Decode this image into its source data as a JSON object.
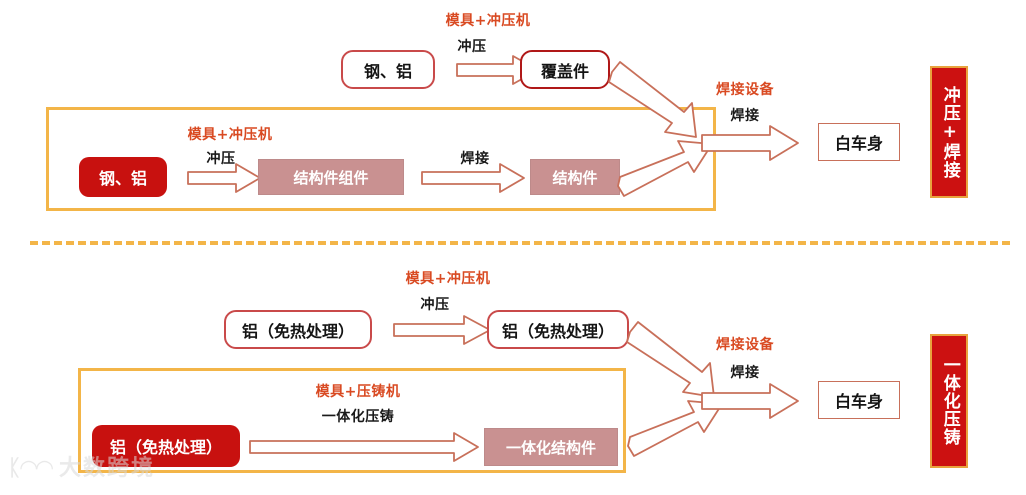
{
  "diagram": {
    "title_hidden": "",
    "colors": {
      "brand_red": "#CC1111",
      "accent_orange": "#D94A22",
      "frame_gold": "#F3B548",
      "rose": "#C99191",
      "outline_red": "#C94A4A",
      "arrow_stroke": "#C8705A"
    },
    "divider_style": "dashed"
  },
  "top_flow": {
    "banner_label": "冲压+焊接",
    "outer_line": {
      "source_node": "钢、铝",
      "process_equipment_label": "模具+冲压机",
      "process_action_label": "冲压",
      "result_node": "覆盖件"
    },
    "group": {
      "source_node": "钢、铝",
      "step1_equipment_label": "模具+冲压机",
      "step1_action_label": "冲压",
      "step1_result_node": "结构件组件",
      "step2_action_label": "焊接",
      "step2_result_node": "结构件"
    },
    "merge": {
      "equipment_label": "焊接设备",
      "action_label": "焊接",
      "final_node": "白车身"
    }
  },
  "bottom_flow": {
    "banner_label": "一体化压铸",
    "outer_line": {
      "source_node": "铝（免热处理）",
      "process_equipment_label": "模具+冲压机",
      "process_action_label": "冲压",
      "result_node": "铝（免热处理）"
    },
    "group": {
      "source_node": "铝（免热处理）",
      "step1_equipment_label": "模具+压铸机",
      "step1_action_label": "一体化压铸",
      "step1_result_node": "一体化结构件"
    },
    "merge": {
      "equipment_label": "焊接设备",
      "action_label": "焊接",
      "final_node": "白车身"
    }
  },
  "watermark": {
    "mark": "ᛕ◠◠",
    "text": "大数跨境"
  }
}
